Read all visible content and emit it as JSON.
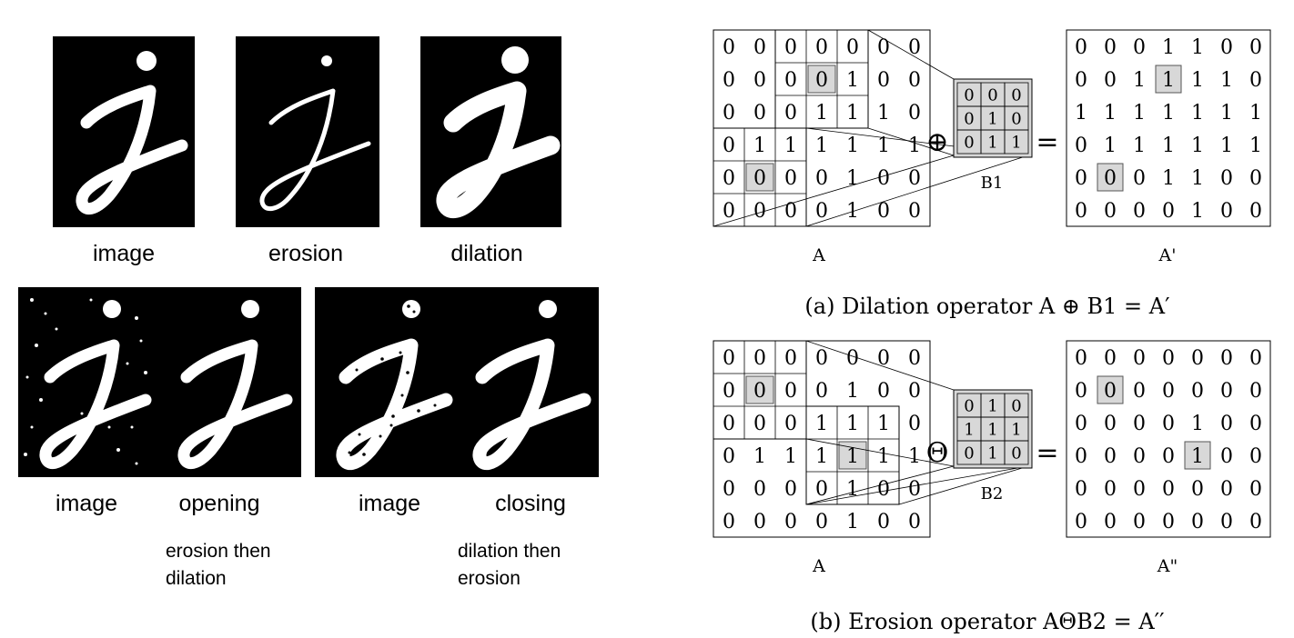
{
  "left_panel": {
    "top_labels": [
      "image",
      "erosion",
      "dilation"
    ],
    "bottom_labels": [
      "image",
      "opening",
      "image",
      "closing"
    ],
    "opening_note": [
      "erosion then",
      "dilation"
    ],
    "closing_note": [
      "dilation then",
      "erosion"
    ]
  },
  "dilation": {
    "matrix_A": [
      [
        0,
        0,
        0,
        0,
        0,
        0,
        0
      ],
      [
        0,
        0,
        0,
        0,
        1,
        0,
        0
      ],
      [
        0,
        0,
        0,
        1,
        1,
        1,
        0
      ],
      [
        0,
        1,
        1,
        1,
        1,
        1,
        1
      ],
      [
        0,
        0,
        0,
        0,
        1,
        0,
        0
      ],
      [
        0,
        0,
        0,
        0,
        1,
        0,
        0
      ]
    ],
    "kernel": [
      [
        0,
        0,
        0
      ],
      [
        0,
        1,
        0
      ],
      [
        0,
        1,
        1
      ]
    ],
    "result": [
      [
        0,
        0,
        0,
        1,
        1,
        0,
        0
      ],
      [
        0,
        0,
        1,
        1,
        1,
        1,
        0
      ],
      [
        1,
        1,
        1,
        1,
        1,
        1,
        1
      ],
      [
        0,
        1,
        1,
        1,
        1,
        1,
        1
      ],
      [
        0,
        0,
        0,
        1,
        1,
        0,
        0
      ],
      [
        0,
        0,
        0,
        0,
        1,
        0,
        0
      ]
    ],
    "operator_symbol": "⊕",
    "equals": "=",
    "label_A": "A",
    "label_kernel": "B1",
    "label_result": "A'",
    "caption": "(a) Dilation operator A ⊕ B1 = A′"
  },
  "erosion": {
    "matrix_A": [
      [
        0,
        0,
        0,
        0,
        0,
        0,
        0
      ],
      [
        0,
        0,
        0,
        0,
        1,
        0,
        0
      ],
      [
        0,
        0,
        0,
        1,
        1,
        1,
        0
      ],
      [
        0,
        1,
        1,
        1,
        1,
        1,
        1
      ],
      [
        0,
        0,
        0,
        0,
        1,
        0,
        0
      ],
      [
        0,
        0,
        0,
        0,
        1,
        0,
        0
      ]
    ],
    "kernel": [
      [
        0,
        1,
        0
      ],
      [
        1,
        1,
        1
      ],
      [
        0,
        1,
        0
      ]
    ],
    "result": [
      [
        0,
        0,
        0,
        0,
        0,
        0,
        0
      ],
      [
        0,
        0,
        0,
        0,
        0,
        0,
        0
      ],
      [
        0,
        0,
        0,
        0,
        1,
        0,
        0
      ],
      [
        0,
        0,
        0,
        0,
        1,
        0,
        0
      ],
      [
        0,
        0,
        0,
        0,
        0,
        0,
        0
      ],
      [
        0,
        0,
        0,
        0,
        0,
        0,
        0
      ]
    ],
    "operator_symbol": "Θ",
    "equals": "=",
    "label_A": "A",
    "label_kernel": "B2",
    "label_result": "A\"",
    "caption": "(b) Erosion operator AΘB2 = A′′"
  }
}
